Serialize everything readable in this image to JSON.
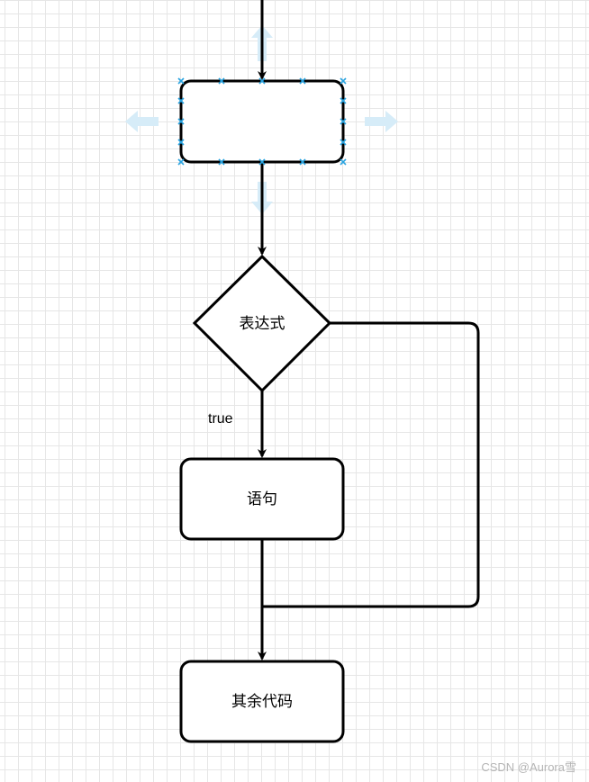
{
  "diagram": {
    "nodes": {
      "selected_box": {
        "label": ""
      },
      "decision": {
        "label": "表达式"
      },
      "statement": {
        "label": "语句"
      },
      "rest_code": {
        "label": "其余代码"
      }
    },
    "edges": {
      "true_branch": {
        "label": "true"
      }
    }
  },
  "watermark": {
    "text": "CSDN @Aurora雪"
  },
  "colors": {
    "stroke": "#000000",
    "selection_handle": "#29a3e0",
    "hint_arrow": "#d6ecf8",
    "grid": "#e6e6e6"
  }
}
